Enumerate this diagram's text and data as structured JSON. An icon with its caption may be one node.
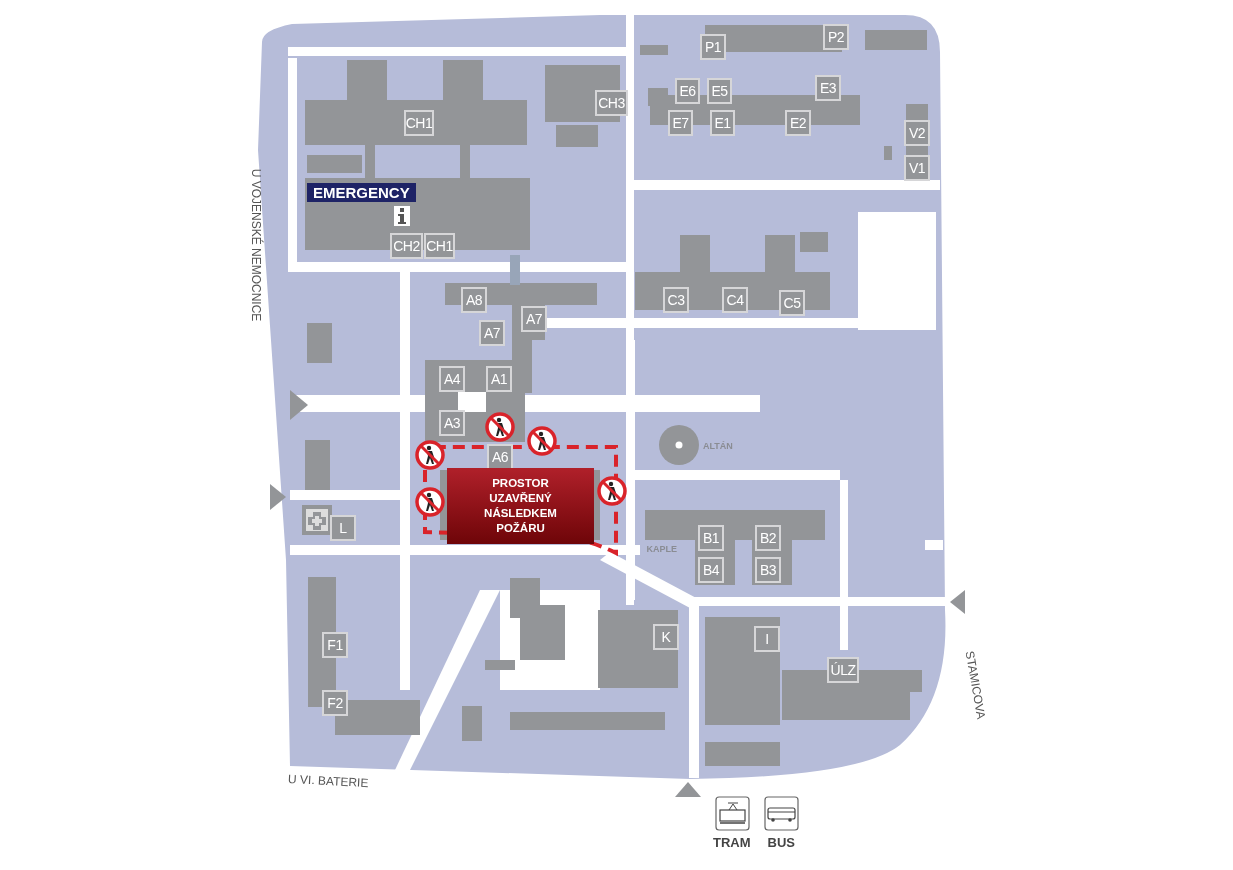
{
  "diagram": {
    "labels": [
      "P1",
      "P2",
      "CH3",
      "E6",
      "E5",
      "E3",
      "CH1",
      "E7",
      "E1",
      "E2",
      "V2",
      "U VOJENSKÉ NEMOCNICE",
      "V1",
      "EMERGENCY",
      "CH2",
      "CH1",
      "A8",
      "C3",
      "C4",
      "C5",
      "A7",
      "A7",
      "A4",
      "A1",
      "A3",
      "ALTÁN",
      "A6",
      "PROSTOR UZAVŘENÝ NÁSLEDKEM POŽÁRU",
      "L",
      "KAPLE",
      "B1",
      "B2",
      "B4",
      "B3",
      "K",
      "I",
      "F1",
      "ÚLZ",
      "STAMICOVA",
      "F2",
      "U VI. BATERIE",
      "TRAM",
      "BUS"
    ]
  }
}
